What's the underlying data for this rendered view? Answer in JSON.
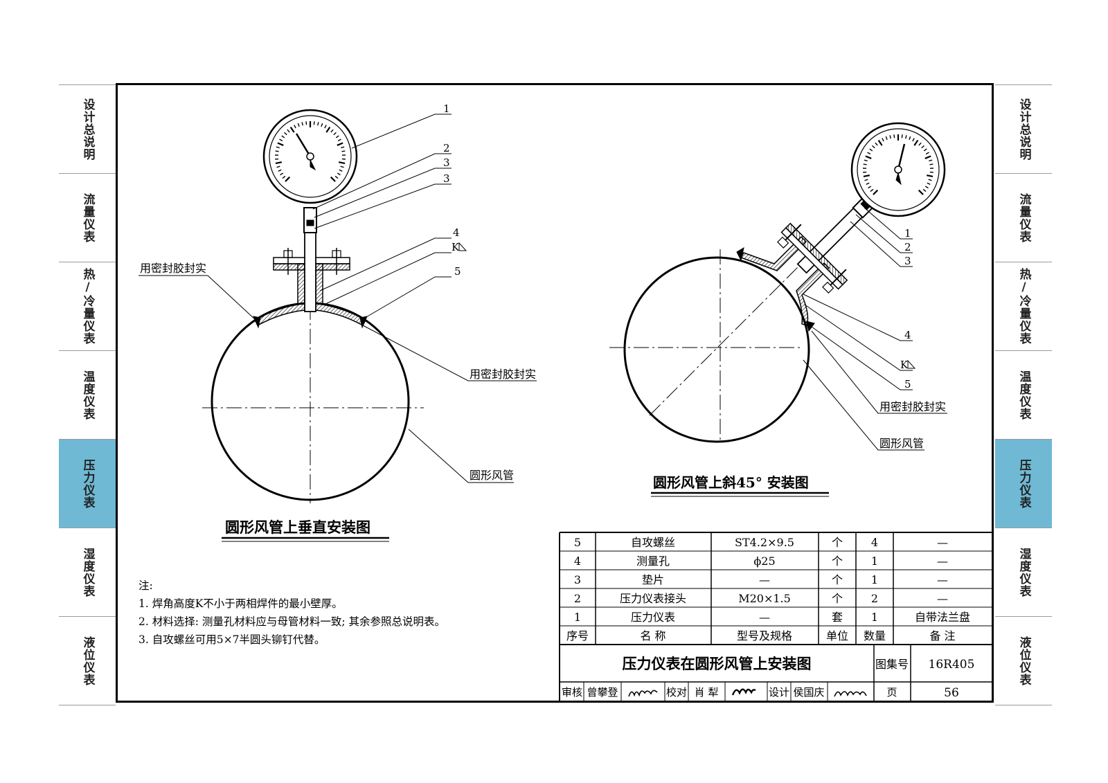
{
  "side_tabs": [
    {
      "label": "设计总说明",
      "active": false
    },
    {
      "label": "流量仪表",
      "active": false
    },
    {
      "label": "热/冷量仪表",
      "active": false
    },
    {
      "label": "温度仪表",
      "active": false
    },
    {
      "label": "压力仪表",
      "active": true
    },
    {
      "label": "湿度仪表",
      "active": false
    },
    {
      "label": "液位仪表",
      "active": false
    }
  ],
  "colors": {
    "active_tab": "#6fb9d4",
    "tab_divider": "#9a9a9a",
    "line": "#000000"
  },
  "left_view": {
    "title": "圆形风管上垂直安装图",
    "callouts": {
      "c1": "1",
      "c2": "2",
      "c3a": "3",
      "c3b": "3",
      "c4": "4",
      "k": "K",
      "c5": "5"
    },
    "seal_label_left": "用密封胶封实",
    "seal_label_right": "用密封胶封实",
    "duct_label": "圆形风管"
  },
  "right_view": {
    "title": "圆形风管上斜45° 安装图",
    "callouts": {
      "c1": "1",
      "c2": "2",
      "c3": "3",
      "c4": "4",
      "k": "K",
      "c5": "5"
    },
    "seal_label": "用密封胶封实",
    "duct_label": "圆形风管"
  },
  "notes": {
    "heading": "注:",
    "items": [
      "1. 焊角高度K不小于两相焊件的最小壁厚。",
      "2. 材料选择: 测量孔材料应与母管材料一致; 其余参照总说明表。",
      "3. 自攻螺丝可用5×7半圆头铆钉代替。"
    ]
  },
  "parts_table": {
    "rows": [
      {
        "no": "5",
        "name": "自攻螺丝",
        "spec": "ST4.2×9.5",
        "unit": "个",
        "qty": "4",
        "remark": "—"
      },
      {
        "no": "4",
        "name": "测量孔",
        "spec": "ϕ25",
        "unit": "个",
        "qty": "1",
        "remark": "—"
      },
      {
        "no": "3",
        "name": "垫片",
        "spec": "—",
        "unit": "个",
        "qty": "1",
        "remark": "—"
      },
      {
        "no": "2",
        "name": "压力仪表接头",
        "spec": "M20×1.5",
        "unit": "个",
        "qty": "2",
        "remark": "—"
      },
      {
        "no": "1",
        "name": "压力仪表",
        "spec": "—",
        "unit": "套",
        "qty": "1",
        "remark": "自带法兰盘"
      }
    ],
    "header": {
      "no": "序号",
      "name": "名  称",
      "spec": "型号及规格",
      "unit": "单位",
      "qty": "数量",
      "remark": "备  注"
    }
  },
  "title_block": {
    "drawing_title": "压力仪表在圆形风管上安装图",
    "atlas_label": "图集号",
    "atlas_no": "16R405",
    "page_label": "页",
    "page_no": "56",
    "review_label": "审核",
    "reviewer": "曾攀登",
    "check_label": "校对",
    "checker": "肖  犁",
    "design_label": "设计",
    "designer": "侯国庆"
  }
}
